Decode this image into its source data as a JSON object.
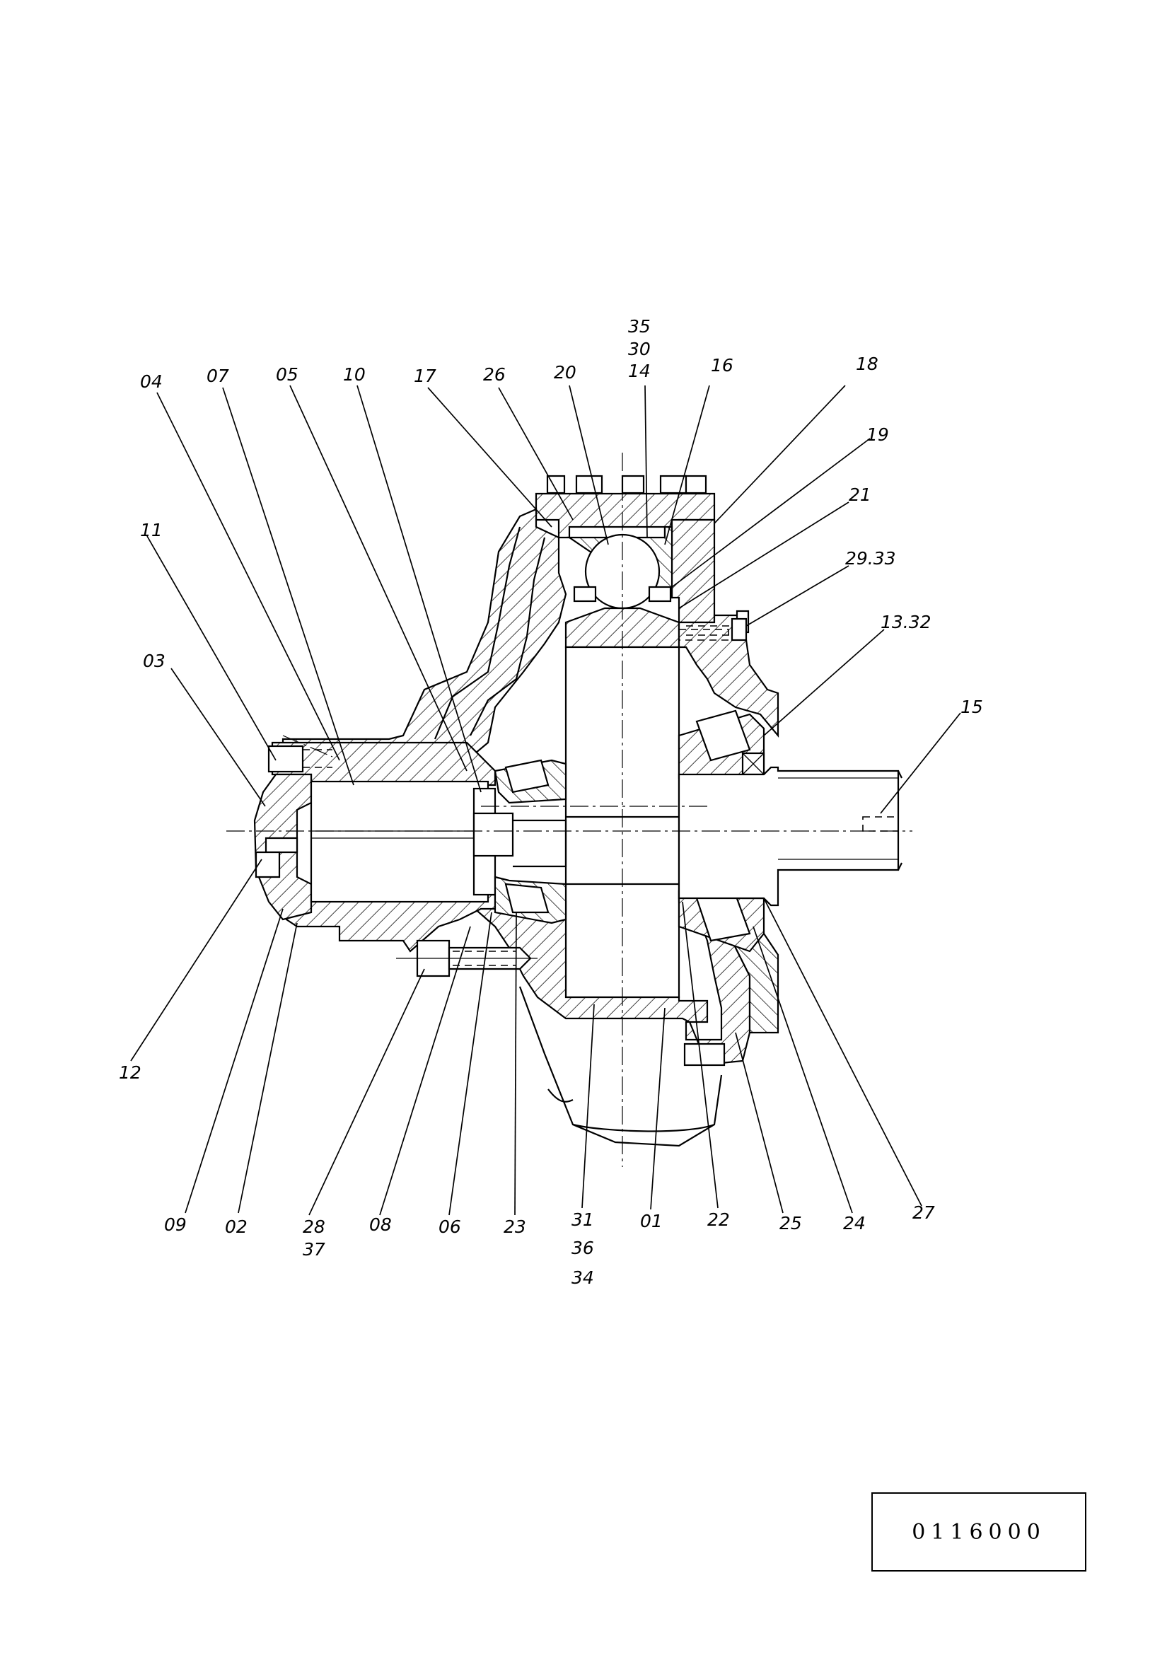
{
  "labels": {
    "p35": "35",
    "p30": "30",
    "p14": "14",
    "p04": "04",
    "p07": "07",
    "p05": "05",
    "p10": "10",
    "p17": "17",
    "p26": "26",
    "p20": "20",
    "p16": "16",
    "p18": "18",
    "p19": "19",
    "p21": "21",
    "p29_33": "29.33",
    "p11": "11",
    "p13_32": "13.32",
    "p03": "03",
    "p15": "15",
    "p12": "12",
    "p09": "09",
    "p02": "02",
    "p28": "28",
    "p37": "37",
    "p08": "08",
    "p06": "06",
    "p23": "23",
    "p31": "31",
    "p36": "36",
    "p34": "34",
    "p01": "01",
    "p22": "22",
    "p25": "25",
    "p24": "24",
    "p27": "27"
  },
  "drawing_number": "0116000"
}
